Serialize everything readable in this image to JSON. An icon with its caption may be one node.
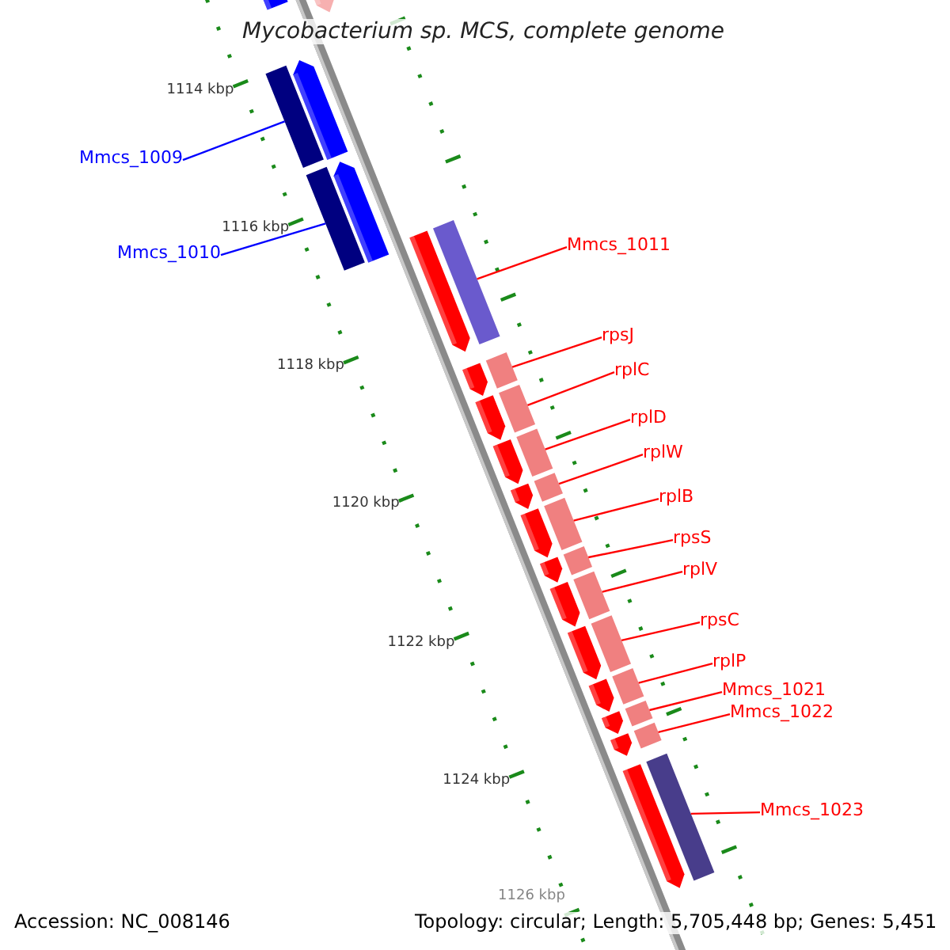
{
  "diagram": {
    "title": "Mycobacterium sp. MCS, complete genome",
    "nodes": [
      {
        "text": [
          "Mmcs_1009"
        ]
      },
      {
        "text": [
          "Mmcs_1010"
        ]
      },
      {
        "text": [
          "Mmcs_1011"
        ]
      },
      {
        "text": [
          "rpsJ"
        ]
      },
      {
        "text": [
          "rplC"
        ]
      },
      {
        "text": [
          "rplD"
        ]
      },
      {
        "text": [
          "rplW"
        ]
      },
      {
        "text": [
          "rplB"
        ]
      },
      {
        "text": [
          "rpsS"
        ]
      },
      {
        "text": [
          "rplV"
        ]
      },
      {
        "text": [
          "rpsC"
        ]
      },
      {
        "text": [
          "rplP"
        ]
      },
      {
        "text": [
          "Mmcs_1021"
        ]
      },
      {
        "text": [
          "Mmcs_1022"
        ]
      },
      {
        "text": [
          "Mmcs_1023"
        ]
      },
      {
        "text": [],
        "shape": "bar"
      },
      {
        "text": [],
        "shape": "bar"
      },
      {
        "text": [],
        "shape": "bar"
      },
      {
        "text": [],
        "shape": "bar"
      },
      {
        "text": [],
        "shape": "bar"
      },
      {
        "text": [],
        "shape": "bar"
      },
      {
        "text": [],
        "shape": "bar"
      },
      {
        "text": [],
        "shape": "bar"
      },
      {
        "text": [],
        "shape": "bar"
      },
      {
        "text": [],
        "shape": "bar"
      },
      {
        "text": [],
        "shape": "bar"
      },
      {
        "text": [],
        "shape": "bar"
      },
      {
        "text": [],
        "shape": "bar"
      },
      {
        "text": [],
        "shape": "bar"
      },
      {
        "text": [],
        "shape": "bar"
      },
      {
        "text": [],
        "shape": "bar"
      },
      {
        "text": [],
        "shape": "bar"
      }
    ],
    "edges": [
      {
        "from": 0,
        "to": 17,
        "arrow": "none",
        "color": "#0000ff"
      },
      {
        "from": 1,
        "to": 18,
        "arrow": "none",
        "color": "#0000ff"
      },
      {
        "from": 2,
        "to": 19,
        "arrow": "none"
      },
      {
        "from": 3,
        "to": 20,
        "arrow": "none"
      },
      {
        "from": 4,
        "to": 21,
        "arrow": "none"
      },
      {
        "from": 5,
        "to": 22,
        "arrow": "none"
      },
      {
        "from": 6,
        "to": 23,
        "arrow": "none"
      },
      {
        "from": 7,
        "to": 24,
        "arrow": "none"
      },
      {
        "from": 8,
        "to": 25,
        "arrow": "none"
      },
      {
        "from": 9,
        "to": 26,
        "arrow": "none"
      },
      {
        "from": 10,
        "to": 27,
        "arrow": "none"
      },
      {
        "from": 11,
        "to": 28,
        "arrow": "none"
      },
      {
        "from": 12,
        "to": 29,
        "arrow": "none"
      },
      {
        "from": 13,
        "to": 30,
        "arrow": "none"
      },
      {
        "from": 14,
        "to": 31,
        "arrow": "none"
      }
    ],
    "labels": [
      "1114 kbp",
      "1116 kbp",
      "1118 kbp",
      "1120 kbp",
      "1122 kbp",
      "1124 kbp",
      "1126 kbp",
      "Accession: NC_008146",
      "Topology: circular; Length: 5,705,448 bp; Genes: 5,451"
    ]
  }
}
